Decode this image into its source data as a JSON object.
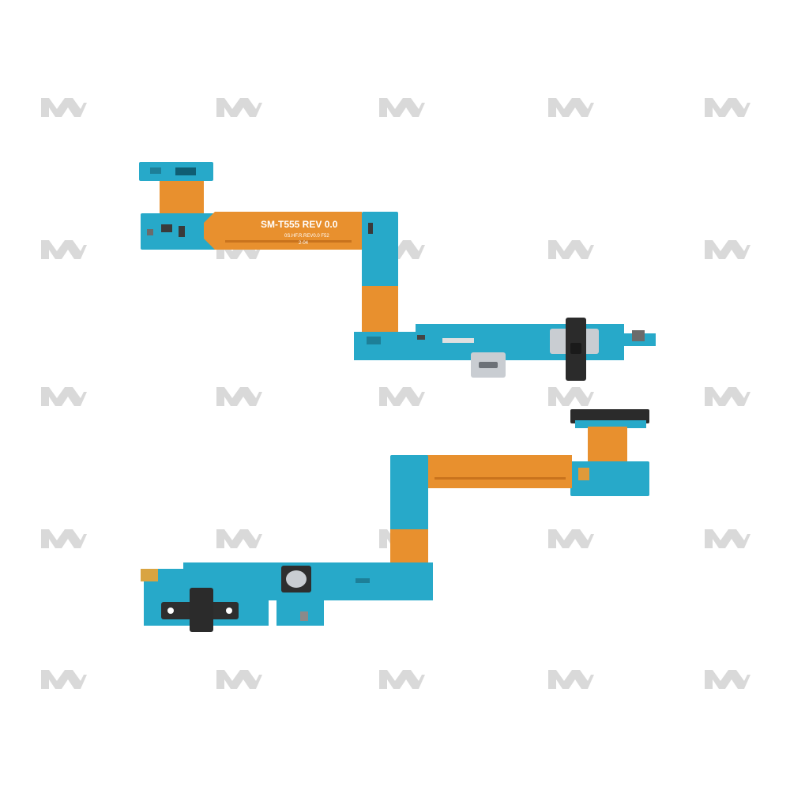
{
  "photo": {
    "background": "#ffffff",
    "watermark": {
      "logo": "MN-logo",
      "color": "#d9d9d9",
      "rows": 5,
      "cols": 5
    },
    "board_colors": {
      "pcb": "#27a9c9",
      "pcb_edge": "#1d8fb0",
      "flex": "#e8902e",
      "flex_dark": "#c9731d",
      "metal": "#c9cdd2",
      "connector": "#2b2b2b"
    },
    "upper_board": {
      "silkscreen": {
        "model": "SM-T555 REV 0.0",
        "code": "0S.HF.R.REV0.0 F52",
        "date": "2-04"
      }
    }
  }
}
